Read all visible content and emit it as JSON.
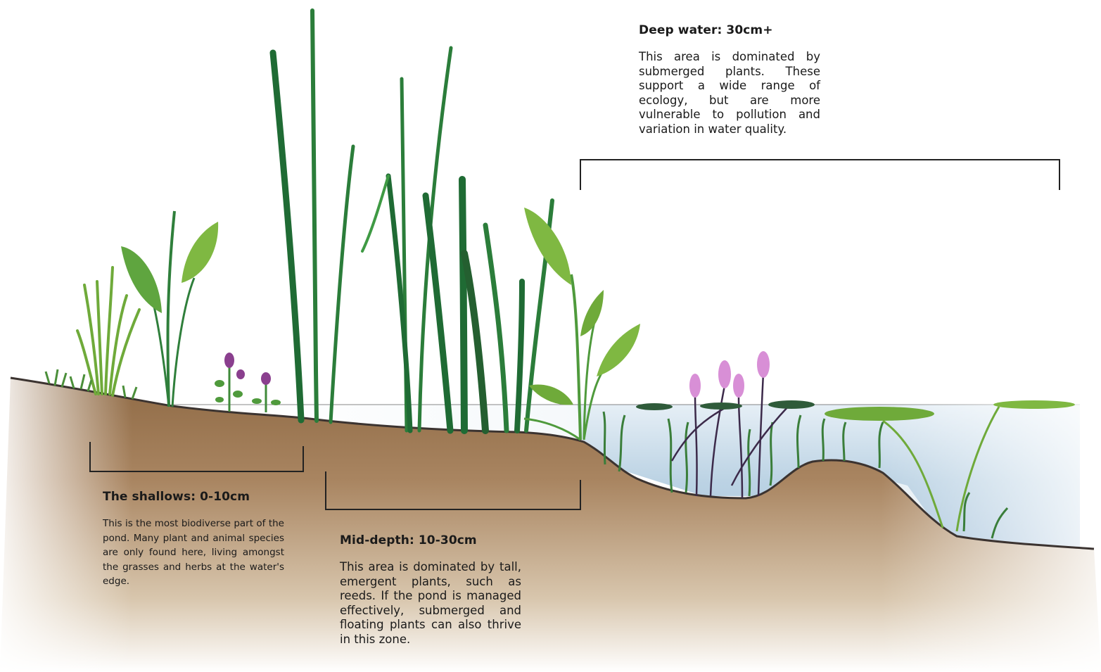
{
  "zones": {
    "deep": {
      "title": "Deep water: 30cm+",
      "description": "This area is dominated by submerged plants. These support a wide range of ecology, but are more vulnerable to pollution and variation in water quality."
    },
    "mid": {
      "title": "Mid-depth: 10-30cm",
      "description": "This area is dominated by tall, emergent plants, such as reeds. If the pond is managed effectively, submerged and floating plants can also thrive in this zone."
    },
    "shallows": {
      "title": "The shallows: 0-10cm",
      "description": "This is the most biodiverse part of the pond. Many plant and animal species are only found here, living amongst the grasses and herbs at the water's edge."
    }
  },
  "colors": {
    "soil": "#a98561",
    "soil_dark": "#8a6441",
    "water": "#b7d0e2",
    "reed_dark": "#1f6b34",
    "reed_light": "#3f9a44",
    "leaf_light": "#7fb842",
    "flower_pink": "#d88fd6",
    "flower_purple": "#8a3f8e",
    "bracket": "#222222"
  }
}
